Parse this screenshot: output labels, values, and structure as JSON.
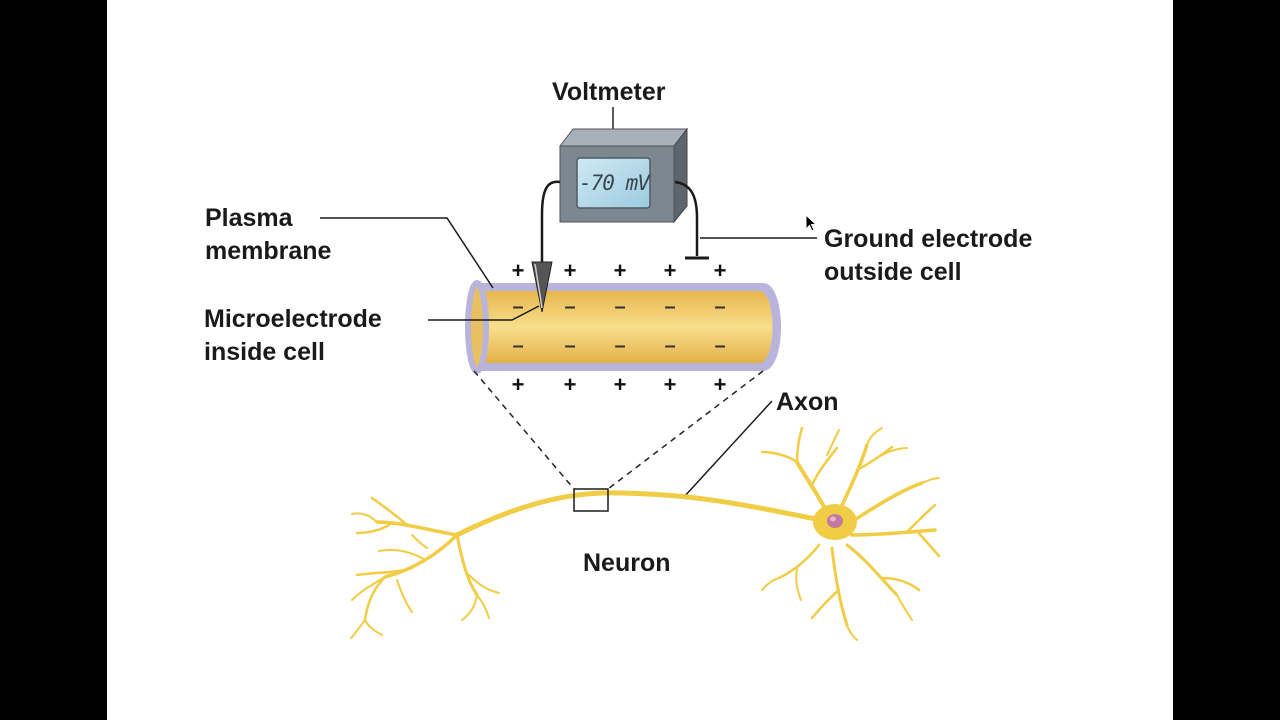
{
  "labels": {
    "voltmeter": "Voltmeter",
    "reading": "-70 mV",
    "plasma_membrane_line1": "Plasma",
    "plasma_membrane_line2": "membrane",
    "microelectrode_line1": "Microelectrode",
    "microelectrode_line2": "inside cell",
    "ground_line1": "Ground electrode",
    "ground_line2": "outside cell",
    "axon": "Axon",
    "neuron": "Neuron"
  },
  "charges": {
    "outside": "+",
    "inside": "–"
  },
  "colors": {
    "background": "#ffffff",
    "letterbox": "#000000",
    "axoplasm": "#f5d57a",
    "membrane": "#b9b4dc",
    "neuron": "#f1cc45",
    "meter_body": "#7d8790",
    "meter_screen": "#b6dbe9",
    "nucleus": "#c27aa3"
  },
  "icons": [
    "mouse-cursor-icon"
  ]
}
